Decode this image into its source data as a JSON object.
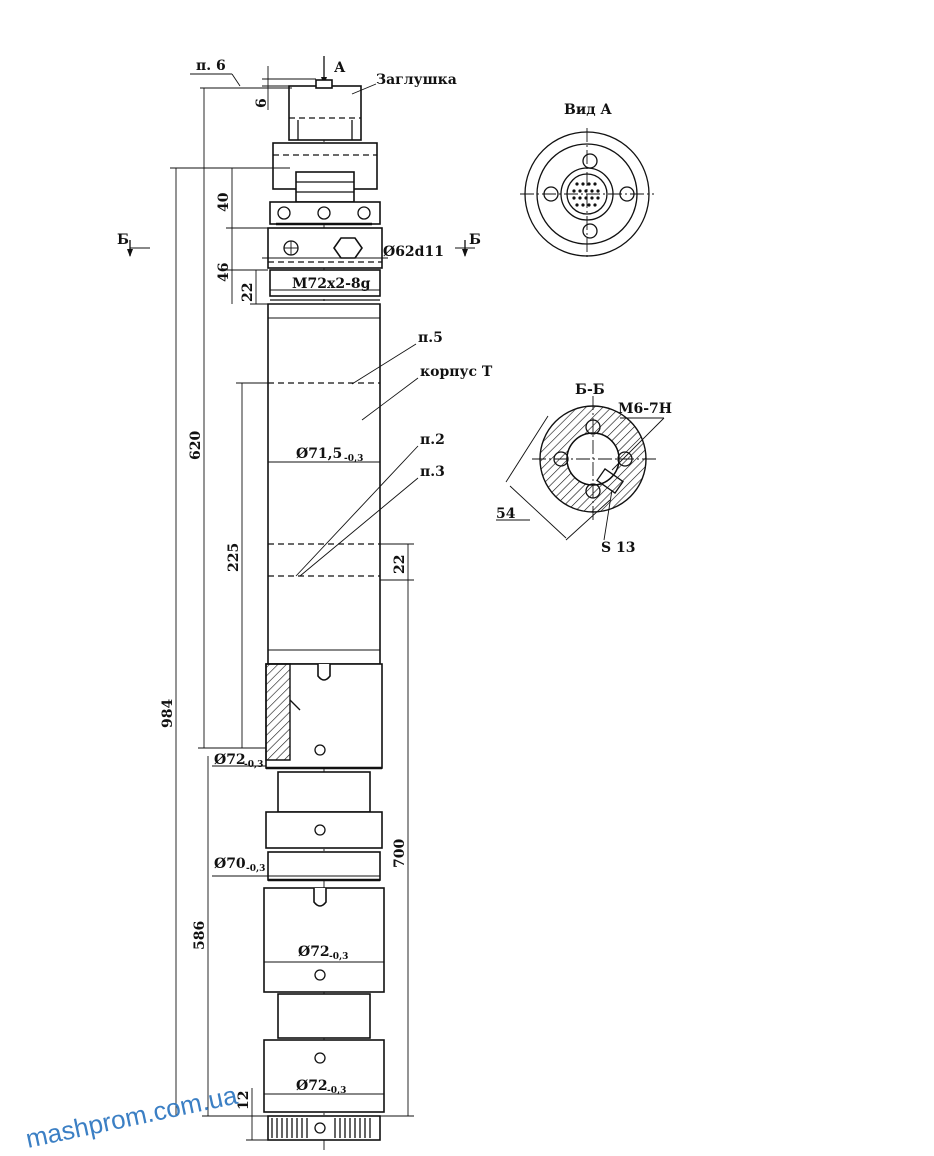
{
  "labels": {
    "view_a_arrow": "А",
    "item_6": "п. 6",
    "plug": "Заглушка",
    "view_a_title": "Вид А",
    "section_mark_left": "Б",
    "section_mark_right": "Б",
    "item_5": "п.5",
    "housing": "корпус Т",
    "item_2": "п.2",
    "item_3": "п.3",
    "section_title": "Б-Б",
    "thread_m6": "М6-7Н",
    "wrench_s13": "S 13"
  },
  "dimensions": {
    "d_6": "6",
    "d_40": "40",
    "d_46": "46",
    "d_22_top": "22",
    "d_62": "Ø62d11",
    "thread_m72": "M72x2-8g",
    "d_620": "620",
    "d_225": "225",
    "d_22_mid": "22",
    "d_71_5": "Ø71,5",
    "d_71_5_tol": "-0,3",
    "d_984": "984",
    "d_72_a": "Ø72",
    "d_72_a_tol": "-0,3",
    "d_700": "700",
    "d_70": "Ø70",
    "d_70_tol": "-0,3",
    "d_586": "586",
    "d_72_b": "Ø72",
    "d_72_b_tol": "-0,3",
    "d_72_c": "Ø72",
    "d_72_c_tol": "-0,3",
    "d_12": "12",
    "d_54": "54"
  },
  "watermark": "mashprom.com.ua",
  "colors": {
    "ink": "#111111",
    "watermark": "#3b7fc4",
    "background": "#ffffff"
  }
}
